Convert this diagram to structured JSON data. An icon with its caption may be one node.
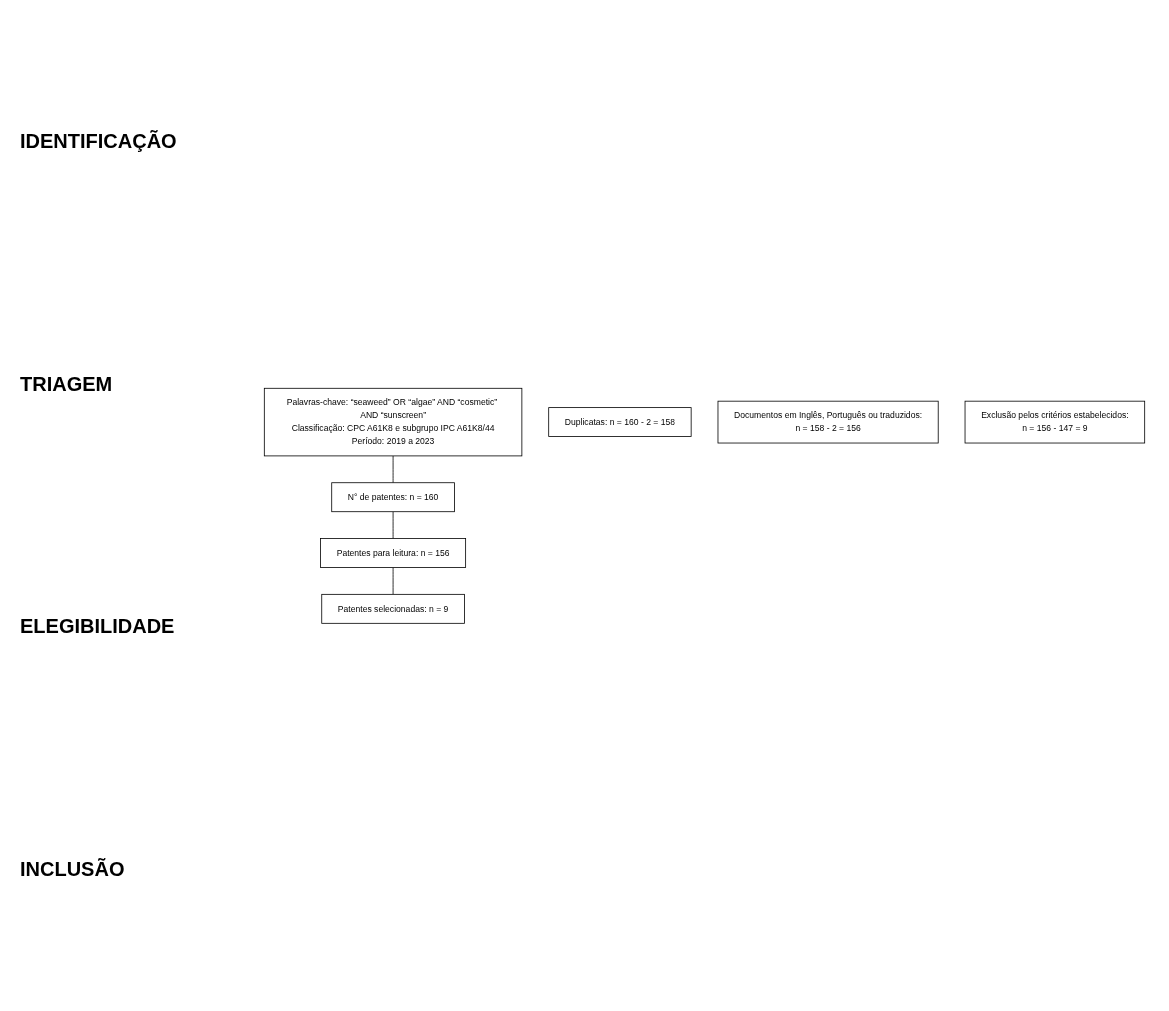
{
  "diagram": {
    "nodes": [
      {
        "text": [
          "Palavras-chave: “seaweed” OR “algae” AND “cosmetic” AND “sunscreen”",
          "Classificação: CPC A61K8 e subgrupo IPC A61K8/44",
          "Período: 2019 a 2023"
        ]
      },
      {
        "text": [
          "N° de patentes: n = 160"
        ]
      },
      {
        "text": [
          "Duplicatas: n = 160 - 2 = 158"
        ]
      },
      {
        "text": [
          "Documentos em Inglês, Português ou traduzidos:",
          "n = 158 - 2 = 156"
        ]
      },
      {
        "text": [
          "Patentes para leitura: n = 156"
        ]
      },
      {
        "text": [
          "Exclusão pelos critérios estabelecidos:",
          "n = 156 - 147 = 9"
        ]
      },
      {
        "text": [
          "Patentes selecionadas: n = 9"
        ]
      }
    ],
    "edges": [
      {
        "from": 0,
        "to": 1,
        "arrow": "none"
      },
      {
        "from": 1,
        "to": 4,
        "arrow": "none"
      },
      {
        "from": 4,
        "to": 6,
        "arrow": "none"
      }
    ],
    "labels": [
      "IDENTIFICAÇÃO",
      "TRIAGEM",
      "ELEGIBILIDADE",
      "INCLUSÃO"
    ]
  }
}
